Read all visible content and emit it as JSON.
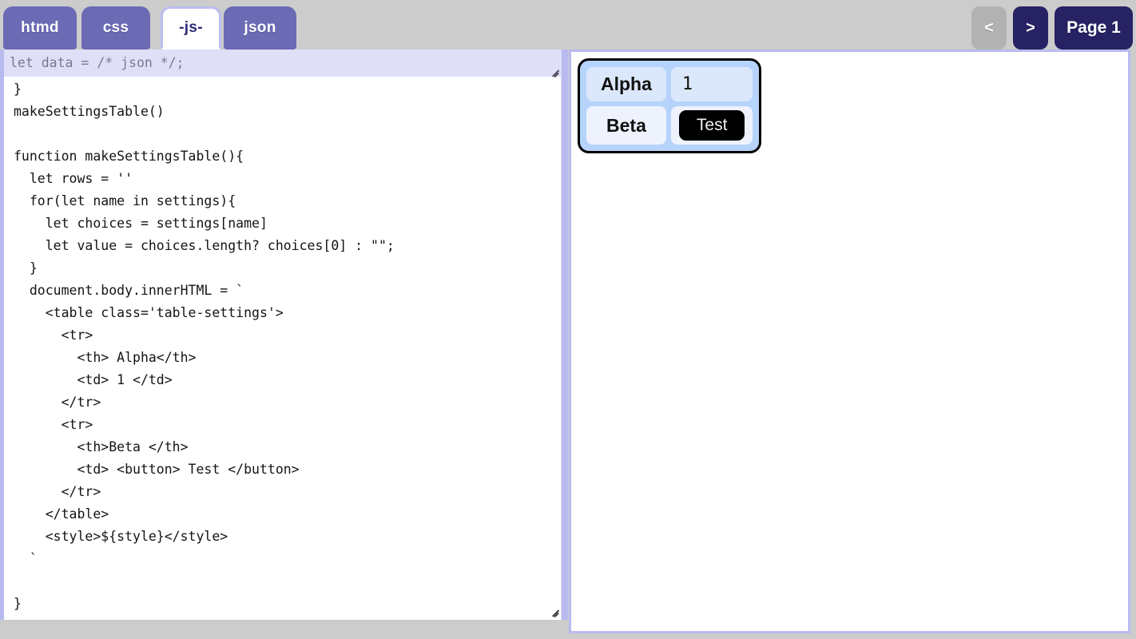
{
  "app": {
    "background_color": "#cccccc",
    "accent_color": "#6b6ab5",
    "active_accent_color": "#262263"
  },
  "tabs": [
    {
      "id": "htmd",
      "label": "htmd",
      "active": false
    },
    {
      "id": "css",
      "label": "css",
      "active": false
    },
    {
      "id": "js",
      "label": "-js-",
      "active": true
    },
    {
      "id": "json",
      "label": "json",
      "active": false
    }
  ],
  "header_controls": {
    "prev_label": "<",
    "prev_icon": "chevron-left-icon",
    "prev_disabled": true,
    "next_label": ">",
    "next_icon": "chevron-right-icon",
    "next_disabled": false,
    "page_label": "Page 1"
  },
  "editor": {
    "json_overlay": {
      "value": "let data = /* json */;",
      "placeholder": "let data = /* json */;",
      "text_color": "#7a7a8c",
      "background_color": "#dfdff8"
    },
    "code": "  'beta' : words('a b c d e')\n}\nmakeSettingsTable()\n\nfunction makeSettingsTable(){\n  let rows = ''\n  for(let name in settings){\n    let choices = settings[name]\n    let value = choices.length? choices[0] : \"\";\n  }\n  document.body.innerHTML = `\n    <table class='table-settings'>\n      <tr>\n        <th> Alpha</th>\n        <td> 1 </td>\n      </tr>\n      <tr>\n        <th>Beta </th>\n        <td> <button> Test </button>\n      </tr>\n    </table>\n    <style>${style}</style>\n  `\n\n}",
    "resize_handle_label": "resize"
  },
  "preview": {
    "table": {
      "caption": "",
      "border_color": "#000000",
      "background_color": "#b6d4fb",
      "rows": [
        {
          "header": "Alpha",
          "value": "1",
          "type": "text"
        },
        {
          "header": "Beta",
          "value": "Test",
          "type": "button"
        }
      ]
    }
  }
}
